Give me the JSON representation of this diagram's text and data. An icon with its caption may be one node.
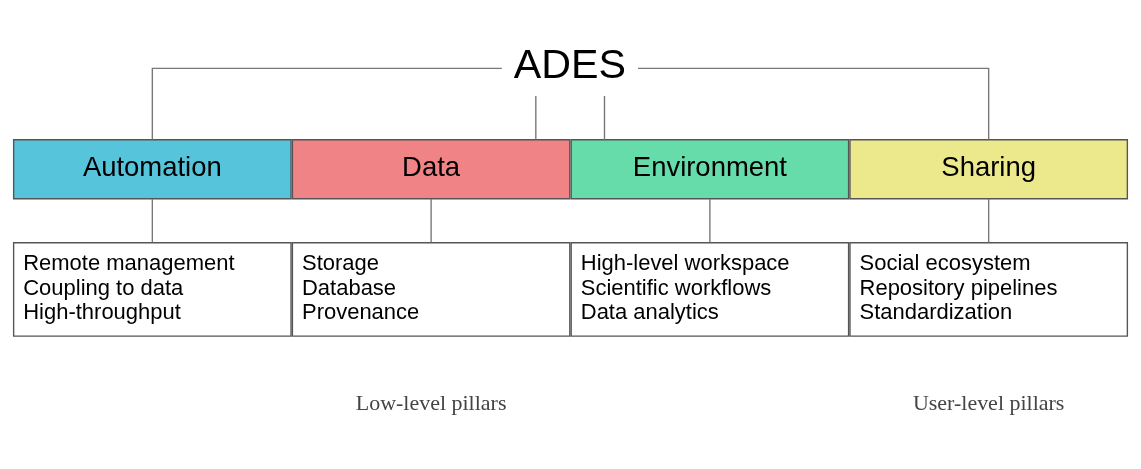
{
  "diagram": {
    "nodes": [
      {
        "text": [
          "ADES"
        ]
      },
      {
        "text": [
          "Automation"
        ]
      },
      {
        "text": [
          "Data"
        ]
      },
      {
        "text": [
          "Environment"
        ]
      },
      {
        "text": [
          "Sharing"
        ]
      },
      {
        "text": [
          "Remote management",
          "Coupling to data",
          "High-throughput"
        ]
      },
      {
        "text": [
          "Storage",
          "Database",
          "Provenance"
        ]
      },
      {
        "text": [
          "High-level workspace",
          "Scientific workflows",
          "Data analytics"
        ]
      },
      {
        "text": [
          "Social ecosystem",
          "Repository pipelines",
          "Standardization"
        ]
      }
    ],
    "edges": [
      {
        "from": 0,
        "to": 1,
        "arrow": "none"
      },
      {
        "from": 0,
        "to": 2,
        "arrow": "none"
      },
      {
        "from": 0,
        "to": 3,
        "arrow": "none"
      },
      {
        "from": 0,
        "to": 4,
        "arrow": "none"
      },
      {
        "from": 1,
        "to": 5,
        "arrow": "none"
      },
      {
        "from": 2,
        "to": 6,
        "arrow": "none"
      },
      {
        "from": 3,
        "to": 7,
        "arrow": "none"
      },
      {
        "from": 4,
        "to": 8,
        "arrow": "none"
      }
    ],
    "labels": [
      "Low-level pillars",
      "User-level pillars"
    ]
  }
}
